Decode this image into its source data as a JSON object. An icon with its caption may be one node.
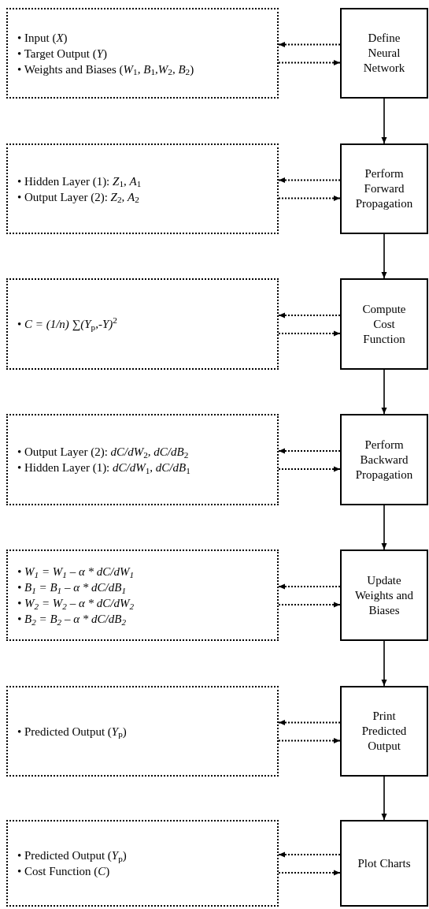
{
  "diagram": {
    "nodes": [
      {
        "text": [
          "• Input (*X*)",
          "• Target Output (*Y*)",
          "• Weights and Biases (*W*$_{1}$*, B*$_{1}$*,W*$_{2}$*, B*$_{2}$)"
        ]
      },
      {
        "text": [
          "Define Neural Network"
        ]
      },
      {
        "text": [
          "• Hidden Layer (1): *Z*$_{1}$, *A*$_{1}$",
          "• Output Layer (2): *Z*$_{2}$, *A*$_{2}$"
        ]
      },
      {
        "text": [
          "Perform Forward Propagation"
        ]
      },
      {
        "text": [
          "• *C = (1/n) ∑(Y*$_{p}$*,-Y)*$^{2}$"
        ]
      },
      {
        "text": [
          "Compute Cost Function"
        ]
      },
      {
        "text": [
          "• Output Layer (2): *dC/dW*$_{2}$*, dC/dB*$_{2}$",
          "• Hidden Layer (1): *dC/dW*$_{1}$*, dC/dB*$_{1}$"
        ]
      },
      {
        "text": [
          "Perform Backward Propagation"
        ]
      },
      {
        "text": [
          "• W$_{1}$ = W$_{1}$ – α * dC/dW$_{1}$",
          "• B$_{1}$ = B$_{1}$ – α * dC/dB$_{1}$",
          "• W$_{2}$ = W$_{2}$ – α * dC/dW$_{2}$",
          "• B$_{2}$ = B$_{2}$ – α * dC/dB$_{2}$"
        ]
      },
      {
        "text": [
          "Update Weights and Biases"
        ]
      },
      {
        "text": [
          "• Predicted Output (*Y*$_{p}$)"
        ]
      },
      {
        "text": [
          "Print Predicted Output"
        ]
      },
      {
        "text": [
          "• Predicted Output (*Y*$_{p}$)",
          "• Cost Function (*C*)"
        ]
      },
      {
        "text": [
          "Plot Charts"
        ]
      }
    ],
    "edges": [
      {
        "from": 1,
        "to": 0,
        "arrow": "to",
        "style": "dashed"
      },
      {
        "from": 0,
        "to": 1,
        "arrow": "to",
        "style": "dashed"
      },
      {
        "from": 1,
        "to": 3,
        "arrow": "to"
      },
      {
        "from": 3,
        "to": 2,
        "arrow": "to",
        "style": "dashed"
      },
      {
        "from": 2,
        "to": 3,
        "arrow": "to",
        "style": "dashed"
      },
      {
        "from": 3,
        "to": 5,
        "arrow": "to"
      },
      {
        "from": 5,
        "to": 4,
        "arrow": "to",
        "style": "dashed"
      },
      {
        "from": 4,
        "to": 5,
        "arrow": "to",
        "style": "dashed"
      },
      {
        "from": 5,
        "to": 7,
        "arrow": "to"
      },
      {
        "from": 7,
        "to": 6,
        "arrow": "to",
        "style": "dashed"
      },
      {
        "from": 6,
        "to": 7,
        "arrow": "to",
        "style": "dashed"
      },
      {
        "from": 7,
        "to": 9,
        "arrow": "to"
      },
      {
        "from": 9,
        "to": 8,
        "arrow": "to",
        "style": "dashed"
      },
      {
        "from": 8,
        "to": 9,
        "arrow": "to",
        "style": "dashed"
      },
      {
        "from": 9,
        "to": 11,
        "arrow": "to"
      },
      {
        "from": 11,
        "to": 10,
        "arrow": "to",
        "style": "dashed"
      },
      {
        "from": 10,
        "to": 11,
        "arrow": "to",
        "style": "dashed"
      },
      {
        "from": 11,
        "to": 13,
        "arrow": "to"
      },
      {
        "from": 13,
        "to": 12,
        "arrow": "to",
        "style": "dashed"
      },
      {
        "from": 12,
        "to": 13,
        "arrow": "to",
        "style": "dashed"
      }
    ]
  }
}
